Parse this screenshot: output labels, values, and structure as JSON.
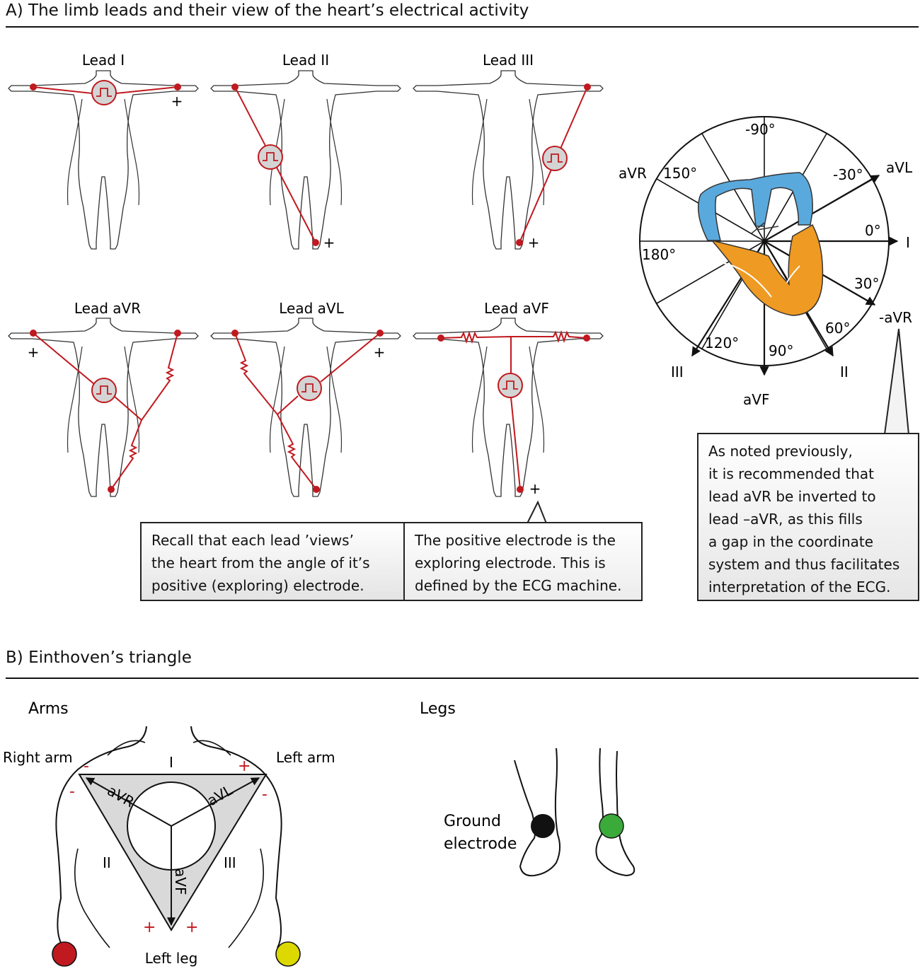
{
  "section_a": {
    "title": "A) The limb leads and their view of the heart’s electrical activity"
  },
  "section_b": {
    "title": "B) Einthoven’s triangle"
  },
  "leads": [
    {
      "label": "Lead I"
    },
    {
      "label": "Lead II"
    },
    {
      "label": "Lead III"
    },
    {
      "label": "Lead aVR"
    },
    {
      "label": "Lead aVL"
    },
    {
      "label": "Lead aVF"
    }
  ],
  "plus_sign": "+",
  "minus_sign": "-",
  "wheel": {
    "angles": {
      "m90": "-90°",
      "m30": "-30°",
      "p0": "0°",
      "p30": "30°",
      "p60": "60°",
      "p90": "90°",
      "p120": "120°",
      "p150": "150°",
      "p180": "180°"
    },
    "leads": {
      "avl": "aVL",
      "i": "I",
      "mavr": "-aVR",
      "ii": "II",
      "avf": "aVF",
      "iii": "III",
      "avr": "aVR"
    }
  },
  "callouts": {
    "recall": [
      "Recall that each lead ’views’",
      "the heart from the angle of it’s",
      "positive (exploring) electrode."
    ],
    "positive": [
      "The positive electrode is the",
      "exploring electrode. This is",
      "defined by the ECG machine."
    ],
    "noted": [
      "As noted previously,",
      "it is recommended that",
      "lead aVR be inverted to",
      "lead –aVR, as this fills",
      "a gap in the coordinate",
      "system and thus facilitates",
      "interpretation of the ECG."
    ]
  },
  "einthoven": {
    "arms_label": "Arms",
    "right_arm": "Right arm",
    "left_arm": "Left arm",
    "left_leg": "Left leg",
    "lead_i": "I",
    "lead_ii": "II",
    "lead_iii": "III",
    "avr": "aVR",
    "avl": "aVL",
    "avf": "aVF"
  },
  "legs": {
    "label": "Legs",
    "ground_line1": "Ground",
    "ground_line2": "electrode"
  },
  "colors": {
    "lead_red": "#c0191f",
    "heart_blue": "#5aa9dd",
    "heart_orange": "#ef9a22",
    "right_arm_electrode": "#c0191f",
    "left_arm_electrode": "#dcd800",
    "ground_electrode": "#111111",
    "leg_electrode": "#3aaa3a"
  }
}
